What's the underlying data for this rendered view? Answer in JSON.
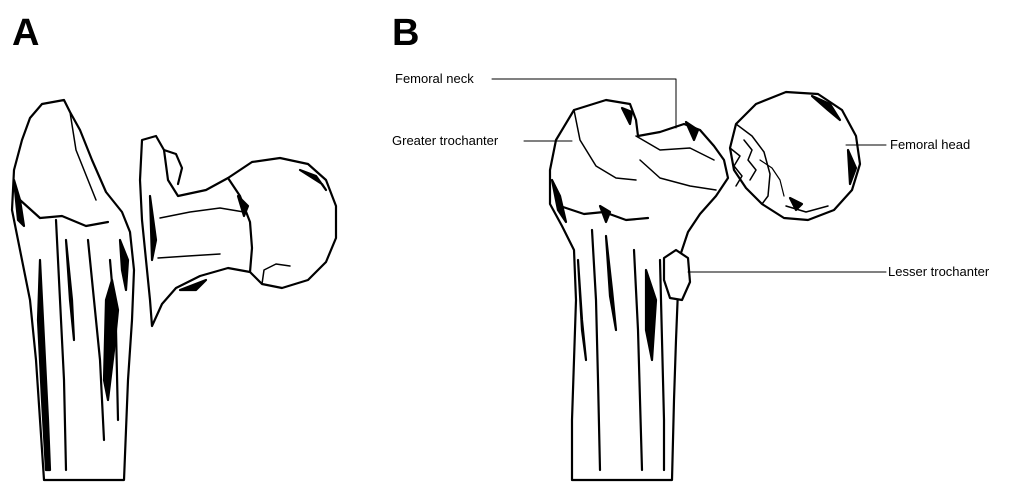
{
  "panels": {
    "a": {
      "letter": "A"
    },
    "b": {
      "letter": "B"
    }
  },
  "labels": {
    "femoral_neck": "Femoral neck",
    "greater_trochanter": "Greater trochanter",
    "femoral_head": "Femoral head",
    "lesser_trochanter": "Lesser trochanter"
  },
  "colors": {
    "ink": "#000000",
    "paper": "#ffffff"
  }
}
